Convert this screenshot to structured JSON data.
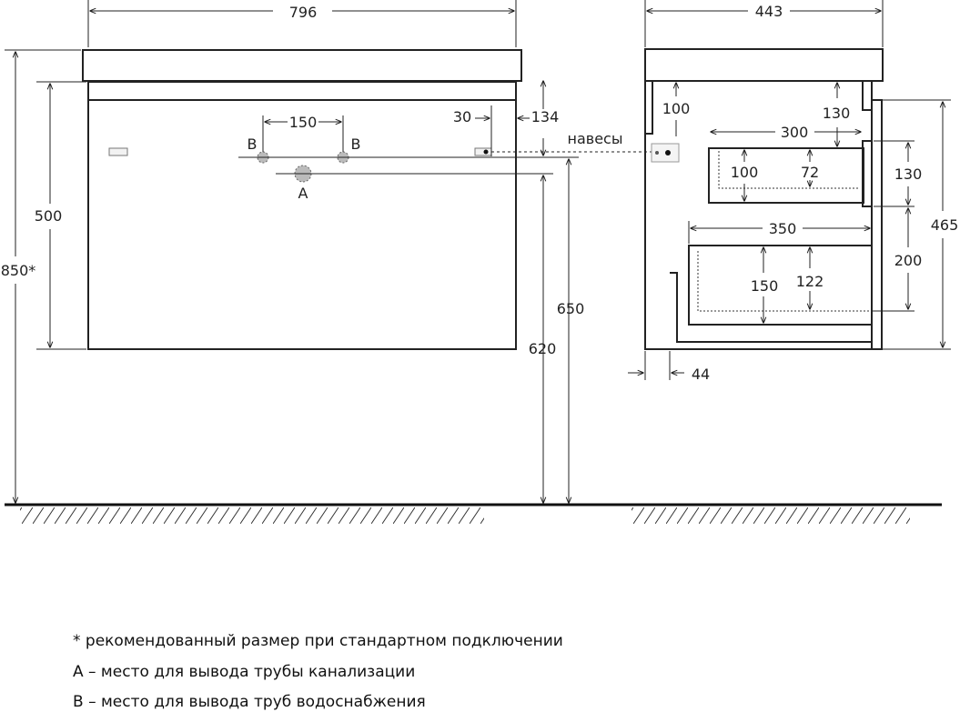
{
  "front_view": {
    "width": "796",
    "height_total": "850*",
    "height_body": "500",
    "pipe_spacing": "150",
    "pipe_left": "B",
    "pipe_right": "B",
    "drain": "A",
    "hinge_offset": "30",
    "hinge_drop": "134",
    "hanger_label": "навесы",
    "height_650": "650",
    "height_620": "620"
  },
  "side_view": {
    "depth": "443",
    "d_100_top": "100",
    "d_130_top": "130",
    "d_300": "300",
    "d_100_mid": "100",
    "d_72": "72",
    "d_130_right": "130",
    "d_465": "465",
    "d_350": "350",
    "d_200": "200",
    "d_150": "150",
    "d_122": "122",
    "d_44": "44"
  },
  "notes": [
    "* рекомендованный размер при стандартном подключении",
    "A – место для вывода трубы канализации",
    "B – место для вывода труб водоснабжения"
  ]
}
